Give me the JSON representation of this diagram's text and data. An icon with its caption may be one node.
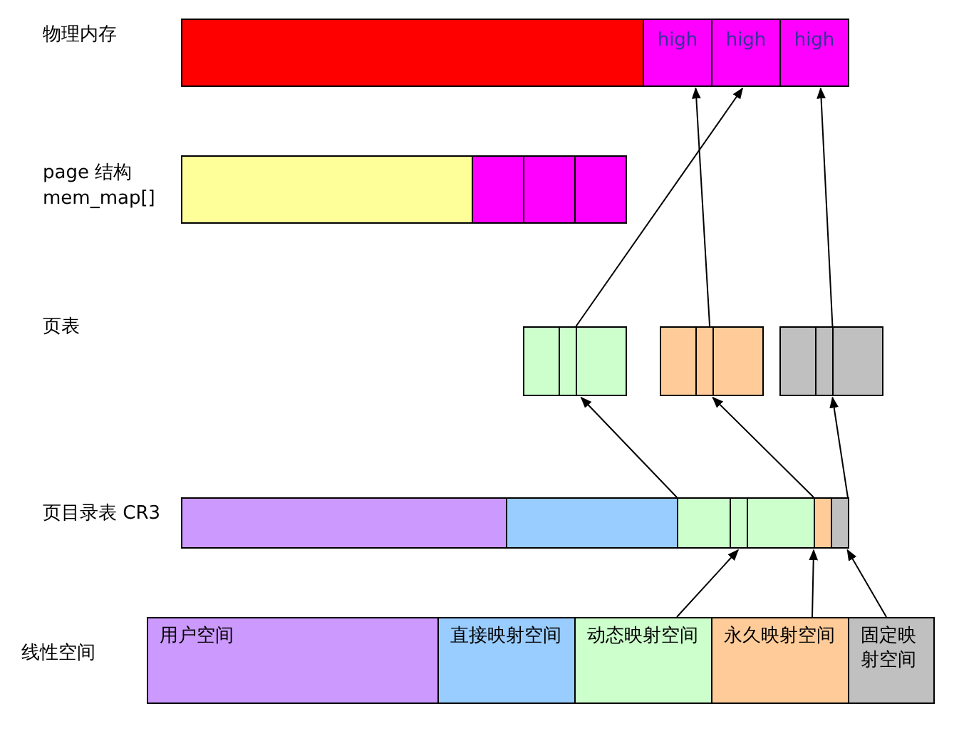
{
  "diagram": {
    "nodes": [
      {
        "text": [],
        "shape": "box"
      },
      {
        "text": [
          "high"
        ]
      },
      {
        "text": [
          "high"
        ]
      },
      {
        "text": [
          "high"
        ]
      },
      {
        "text": [],
        "shape": "box"
      },
      {
        "text": [],
        "shape": "box"
      },
      {
        "text": [],
        "shape": "box"
      },
      {
        "text": [],
        "shape": "box"
      },
      {
        "text": [],
        "shape": "box"
      },
      {
        "text": [],
        "shape": "box"
      },
      {
        "text": [],
        "shape": "box"
      },
      {
        "text": [],
        "shape": "box"
      },
      {
        "text": [],
        "shape": "box"
      },
      {
        "text": [],
        "shape": "box"
      },
      {
        "text": [],
        "shape": "box"
      },
      {
        "text": [],
        "shape": "box"
      },
      {
        "text": [
          "用户空间"
        ]
      },
      {
        "text": [
          "直接映射空间"
        ]
      },
      {
        "text": [
          "动态映射空间"
        ]
      },
      {
        "text": [
          "永久映射空间"
        ]
      },
      {
        "text": [
          "固定映射空间"
        ]
      }
    ],
    "edges": [
      {
        "from": 18,
        "to": 13,
        "arrow": "to"
      },
      {
        "from": 19,
        "to": 14,
        "arrow": "to"
      },
      {
        "from": 20,
        "to": 15,
        "arrow": "to"
      },
      {
        "from": 13,
        "to": 8,
        "arrow": "to"
      },
      {
        "from": 14,
        "to": 9,
        "arrow": "to"
      },
      {
        "from": 15,
        "to": 10,
        "arrow": "to"
      },
      {
        "from": 8,
        "to": 2,
        "arrow": "to"
      },
      {
        "from": 9,
        "to": 1,
        "arrow": "to"
      },
      {
        "from": 10,
        "to": 3,
        "arrow": "to"
      }
    ],
    "labels": [
      "物理内存",
      "page 结构 mem_map[]",
      "页表",
      "页目录表 CR3",
      "线性空间"
    ]
  }
}
